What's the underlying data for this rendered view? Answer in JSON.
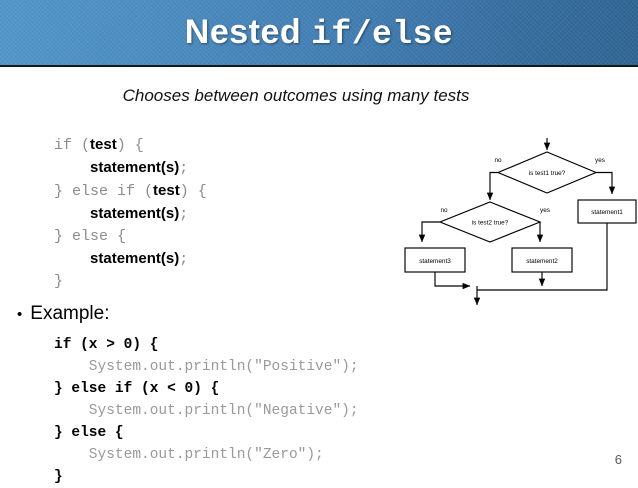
{
  "slide": {
    "title_main": "Nested ",
    "title_mono": "if/else",
    "subtitle": "Chooses between outcomes using many tests",
    "page_number": "6",
    "accent_color": "#3f7bb0",
    "banner_border_color": "#14181c"
  },
  "syntax_block": {
    "lines": [
      {
        "kw1": "if (",
        "ph1": "test",
        "kw2": ") {"
      },
      {
        "indent": "    ",
        "ph1": "statement(s)",
        "kw2": ";"
      },
      {
        "kw1": "} else if (",
        "ph1": "test",
        "kw2": ") {"
      },
      {
        "indent": "    ",
        "ph1": "statement(s)",
        "kw2": ";"
      },
      {
        "kw1": "} else {"
      },
      {
        "indent": "    ",
        "ph1": "statement(s)",
        "kw2": ";"
      },
      {
        "kw1": "}"
      }
    ],
    "line1_kw1": "if (",
    "line1_ph": "test",
    "line1_kw2": ") {",
    "line2_ph": "statement(s)",
    "line2_semi": ";",
    "line3_kw1": "} else if (",
    "line3_ph": "test",
    "line3_kw2": ") {",
    "line4_ph": "statement(s)",
    "line4_semi": ";",
    "line5_kw": "} else {",
    "line6_ph": "statement(s)",
    "line6_semi": ";",
    "line7_kw": "}"
  },
  "example": {
    "bullet_glyph": "•",
    "label": "Example:",
    "code_lines": [
      {
        "style": "bold",
        "text": "if (x > 0) {"
      },
      {
        "style": "gray",
        "text": "    System.out.println(\"Positive\");"
      },
      {
        "style": "bold",
        "text": "} else if (x < 0) {"
      },
      {
        "style": "gray",
        "text": "    System.out.println(\"Negative\");"
      },
      {
        "style": "bold",
        "text": "} else {"
      },
      {
        "style": "gray",
        "text": "    System.out.println(\"Zero\");"
      },
      {
        "style": "bold",
        "text": "}"
      }
    ]
  },
  "flowchart": {
    "decision1_label": "is test1 true?",
    "decision2_label": "is test2 true?",
    "box1_label": "statement1",
    "box2_label": "statement2",
    "box3_label": "statement3",
    "d1_no_label": "no",
    "d1_yes_label": "yes",
    "d2_no_label": "no",
    "d2_yes_label": "yes",
    "stroke_color": "#000000",
    "fill_color": "#ffffff"
  }
}
